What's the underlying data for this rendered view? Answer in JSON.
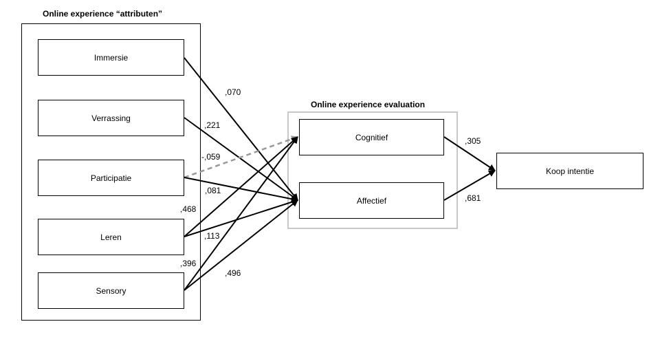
{
  "groups": {
    "attributes_title": "Online experience “attributen”",
    "evaluation_title": "Online experience evaluation"
  },
  "nodes": {
    "immersie": "Immersie",
    "verrassing": "Verrassing",
    "participatie": "Participatie",
    "leren": "Leren",
    "sensory": "Sensory",
    "cognitief": "Cognitief",
    "affectief": "Affectief",
    "koop_intentie": "Koop intentie"
  },
  "paths": [
    {
      "from": "immersie",
      "to": "affectief",
      "coef": ",070",
      "style": "solid"
    },
    {
      "from": "verrassing",
      "to": "affectief",
      "coef": ",221",
      "style": "solid"
    },
    {
      "from": "participatie",
      "to": "cognitief",
      "coef": "-,059",
      "style": "dashed"
    },
    {
      "from": "participatie",
      "to": "affectief",
      "coef": ",081",
      "style": "solid"
    },
    {
      "from": "leren",
      "to": "cognitief",
      "coef": ",468",
      "style": "solid"
    },
    {
      "from": "leren",
      "to": "affectief",
      "coef": ",113",
      "style": "solid"
    },
    {
      "from": "sensory",
      "to": "cognitief",
      "coef": ",396",
      "style": "solid"
    },
    {
      "from": "sensory",
      "to": "affectief",
      "coef": ",496",
      "style": "solid"
    },
    {
      "from": "cognitief",
      "to": "koop_intentie",
      "coef": ",305",
      "style": "solid"
    },
    {
      "from": "affectief",
      "to": "koop_intentie",
      "coef": ",681",
      "style": "solid"
    }
  ],
  "colors": {
    "solid_arrow": "#000000",
    "dashed_arrow": "#999999",
    "evaluation_border": "#c8c8c8"
  }
}
